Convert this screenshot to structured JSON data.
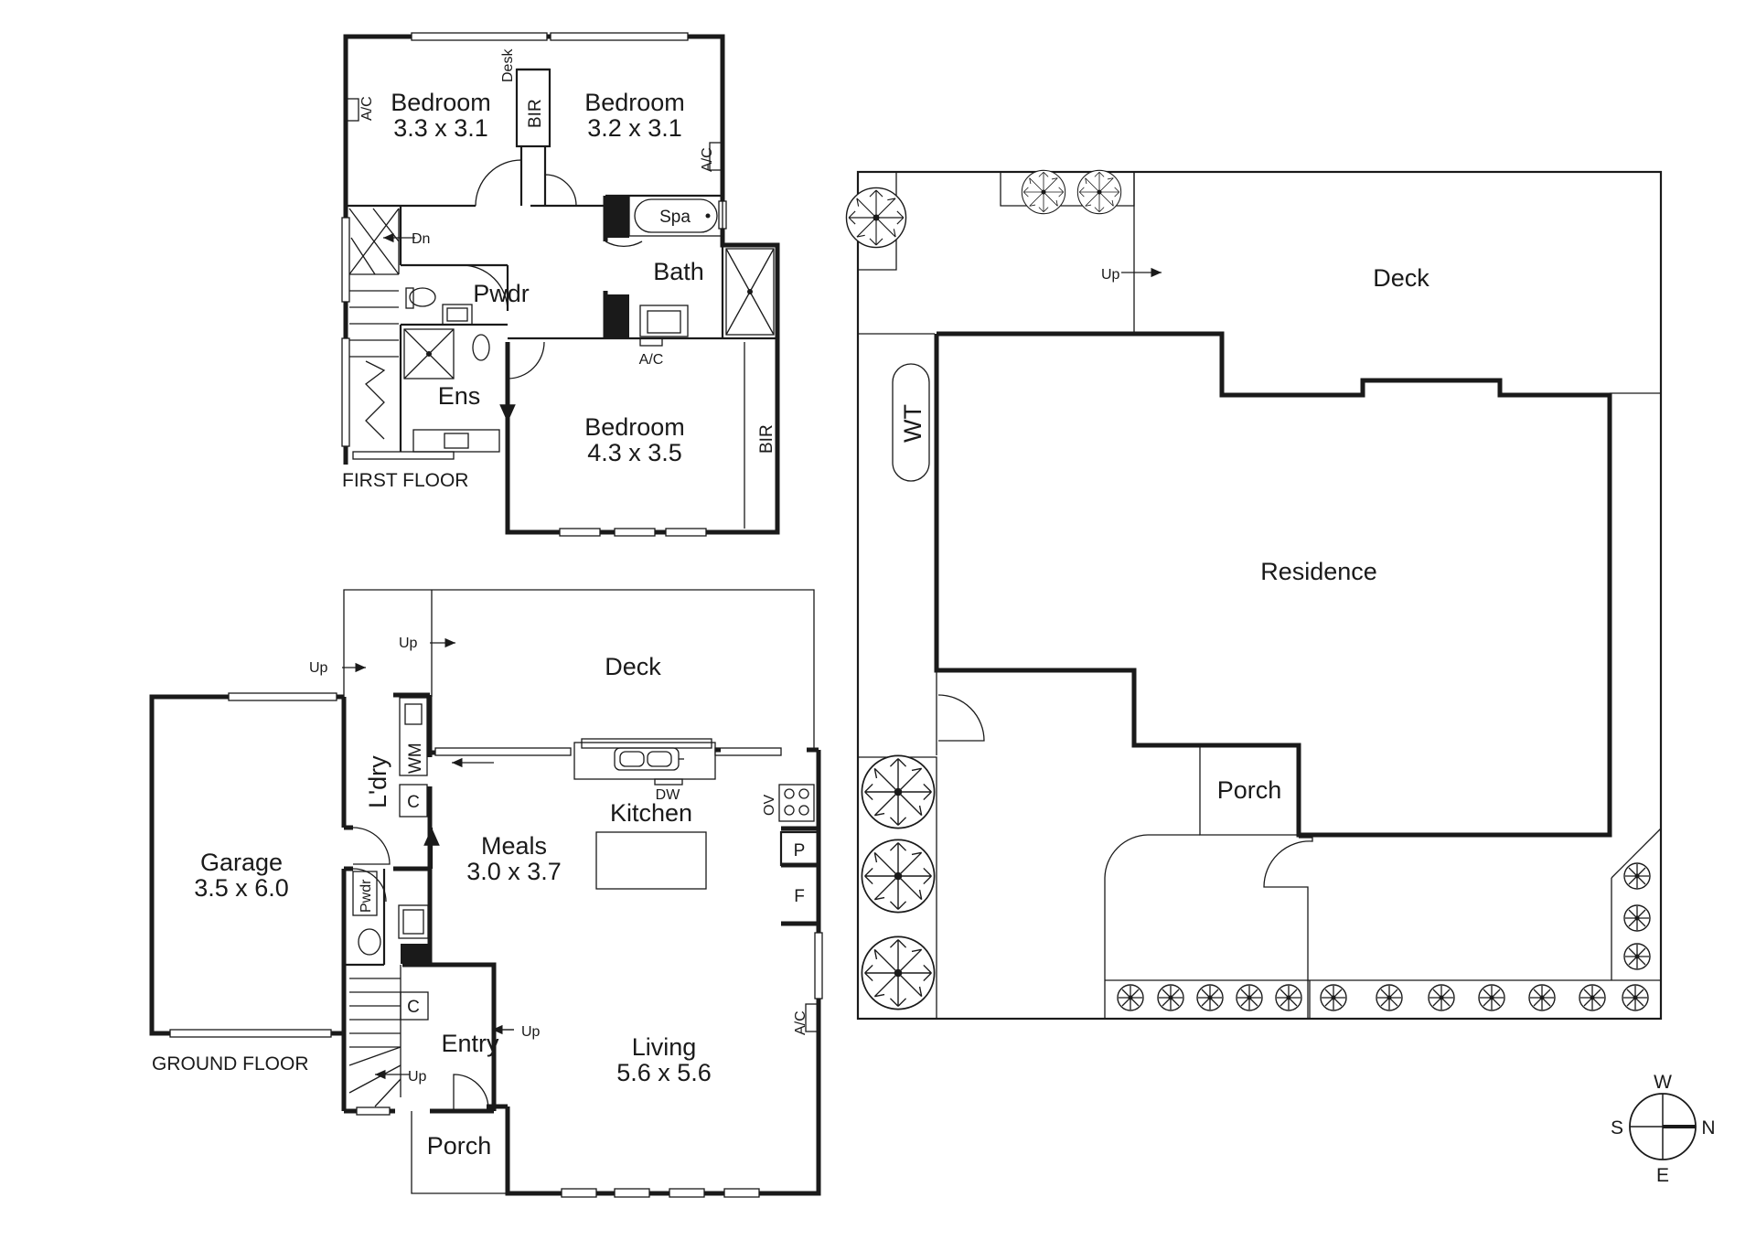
{
  "first_floor": {
    "title": "FIRST FLOOR",
    "bedroom_w": {
      "name": "Bedroom",
      "dim": "3.3 x 3.1"
    },
    "bedroom_e": {
      "name": "Bedroom",
      "dim": "3.2 x 3.1"
    },
    "bedroom_main": {
      "name": "Bedroom",
      "dim": "4.3 x 3.5"
    },
    "desk": "Desk",
    "bir_top": "BIR",
    "bir_main": "BIR",
    "ac_w": "A/C",
    "ac_e": "A/C",
    "ac_bath": "A/C",
    "spa": "Spa",
    "bath": "Bath",
    "pwdr": "Pwdr",
    "ens": "Ens",
    "dn": "Dn"
  },
  "ground_floor": {
    "title": "GROUND FLOOR",
    "garage": {
      "name": "Garage",
      "dim": "3.5 x 6.0"
    },
    "meals": {
      "name": "Meals",
      "dim": "3.0 x 3.7"
    },
    "living": {
      "name": "Living",
      "dim": "5.6 x 5.6"
    },
    "kitchen": "Kitchen",
    "deck": "Deck",
    "laundry": "L'dry",
    "wm": "WM",
    "c_laundry": "C",
    "c_entry": "C",
    "pwdr": "Pwdr",
    "dw": "DW",
    "ov": "OV",
    "p": "P",
    "f": "F",
    "ac": "A/C",
    "entry": "Entry",
    "porch": "Porch",
    "up_deck_1": "Up",
    "up_deck_2": "Up",
    "up_entry": "Up",
    "up_stair": "Up"
  },
  "site_plan": {
    "deck": "Deck",
    "up": "Up",
    "wt": "WT",
    "residence": "Residence",
    "porch": "Porch"
  },
  "compass": {
    "w": "W",
    "s": "S",
    "n": "N",
    "e": "E"
  }
}
